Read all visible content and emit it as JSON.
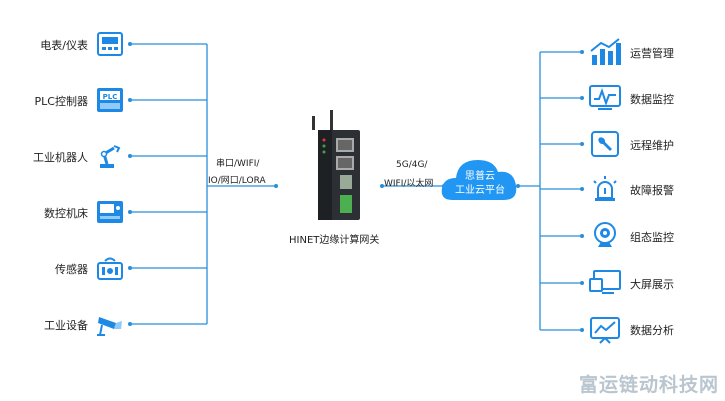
{
  "devices": [
    {
      "label": "电表/仪表",
      "icon": "meter-icon"
    },
    {
      "label": "PLC控制器",
      "icon": "plc-icon",
      "icon_text": "PLC"
    },
    {
      "label": "工业机器人",
      "icon": "robot-arm-icon"
    },
    {
      "label": "数控机床",
      "icon": "cnc-machine-icon"
    },
    {
      "label": "传感器",
      "icon": "sensor-icon"
    },
    {
      "label": "工业设备",
      "icon": "camera-icon"
    }
  ],
  "left_link": {
    "line1": "串口/WIFI/",
    "line2": "IO/网口/LORA"
  },
  "gateway": {
    "label": "HINET边缘计算网关",
    "icon": "gateway-device-icon"
  },
  "right_link": {
    "line1": "5G/4G/",
    "line2": "WIFI/以太网"
  },
  "cloud": {
    "line1": "思普云",
    "line2": "工业云平台",
    "icon": "cloud-icon"
  },
  "modules": [
    {
      "label": "运营管理",
      "icon": "bar-chart-icon"
    },
    {
      "label": "数据监控",
      "icon": "monitor-wave-icon"
    },
    {
      "label": "远程维护",
      "icon": "wrench-icon"
    },
    {
      "label": "故障报警",
      "icon": "alarm-icon"
    },
    {
      "label": "组态监控",
      "icon": "webcam-icon"
    },
    {
      "label": "大屏展示",
      "icon": "big-screen-icon"
    },
    {
      "label": "数据分析",
      "icon": "analysis-icon"
    }
  ],
  "watermark": "富运链动科技网",
  "colors": {
    "line": "#2a8fd8",
    "icon": "#1e88e5",
    "cloud": "#2196f3"
  }
}
